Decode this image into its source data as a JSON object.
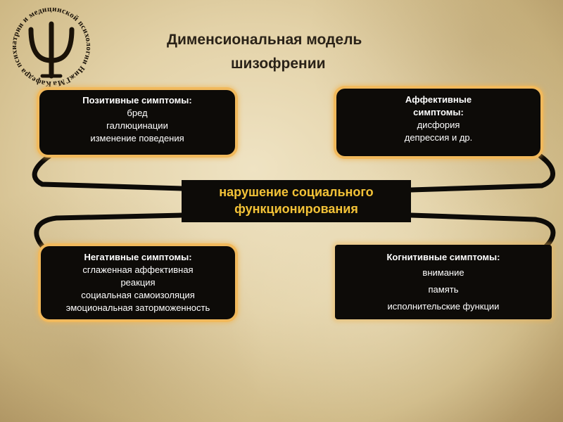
{
  "title": {
    "line1": "Дименсиональная модель",
    "line2": "шизофрении"
  },
  "logo": {
    "icon": "psi-icon",
    "ring_text": "Кафедра психиатрии и медицинской психологии НижГМа"
  },
  "center": {
    "line1": "нарушение социального",
    "line2": "функционирования"
  },
  "boxes": {
    "positive": {
      "heading": "Позитивные симптомы:",
      "items": [
        "бред",
        "галлюцинации",
        "изменение поведения"
      ]
    },
    "affective": {
      "heading_line1": "Аффективные",
      "heading_line2": "симптомы:",
      "items": [
        "дисфория",
        "депрессия и др."
      ]
    },
    "negative": {
      "heading": "Негативные симптомы:",
      "items": [
        "сглаженная аффективная",
        "реакция",
        "социальная самоизоляция",
        "эмоциональная заторможенность"
      ]
    },
    "cognitive": {
      "heading": "Когнитивные симптомы:",
      "items": [
        "внимание",
        "память",
        "исполнительские функции"
      ]
    }
  },
  "colors": {
    "box_fill": "#0d0b08",
    "box_glow": "#f1b95c",
    "center_text": "#f3c237",
    "title_text": "#2a2218"
  }
}
